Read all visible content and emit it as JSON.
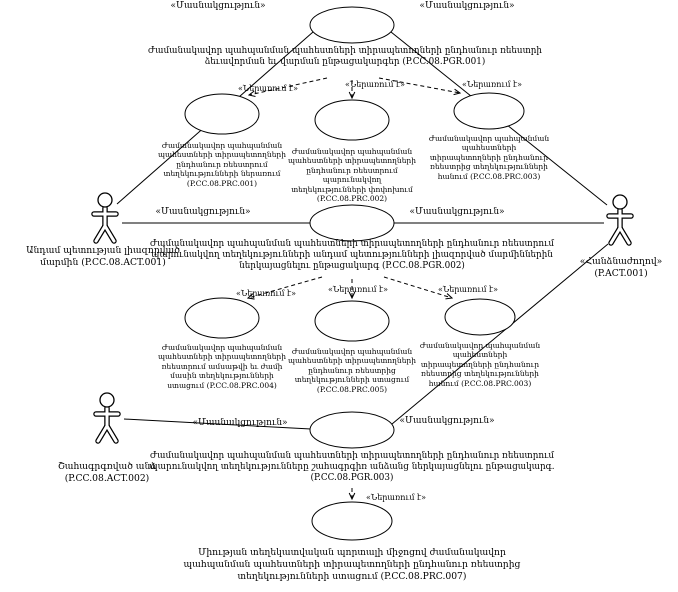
{
  "labels": {
    "participation": "«Մասնակցություն»",
    "includes": "«Ներառում է»"
  },
  "actors": {
    "member_state_authority": "Անդամ պետության լիազորված մարմին (P.CC.08.ACT.001)",
    "interested_person": "Շահագրգռված անձ (P.CC.08.ACT.002)",
    "commission": "«Հանձնաժողով» (P.ACT.001)"
  },
  "procedures": [
    "Ժամանակավոր պահպանման պահեստների տիրապետողների ընդհանուր ռեեստրի ձեւավորման եւ վարման ընթացակարգեր (P.CC.08.PGR.001)",
    "Ժամանակավոր պահպանման պահեստների տիրապետողների ընդհանուր ռեեստրում պարունակվող տեղեկությունների անդամ պետությունների լիազորված մարմիններին ներկայացնելու ընթացակարգ (P.CC.08.PGR.002)",
    "Ժամանակավոր պահպանման պահեստների տիրապետողների ընդհանուր ռեեստրում պարունակվող տեղեկությունները շահագրգիռ անձանց ներկայացնելու ընթացակարգ. (P.CC.08.PGR.003)"
  ],
  "use_cases": [
    "Ժամանակավոր պահպանման պահեստների տիրապետողների ընդհանուր ռեեստրում տեղեկությունների ներառում (P.CC.08.PRC.001)",
    "Ժամանակավոր պահպանման պահեստների տիրապետողների ընդհանուր ռեեստրում պարունակվող տեղեկությունների փոփոխում (P.CC.08.PRC.002)",
    "Ժամանակավոր պահպանման պահեստների տիրապետողների ընդհանուր ռեեստրից տեղեկությունների հանում (P.CC.08.PRC.003)",
    "Ժամանակավոր պահպանման պահեստների տիրապետողների ռեեստրում ամսաթվի եւ ժամի մասին տեղեկությունների ստացում (P.CC.08.PRC.004)",
    "Ժամանակավոր պահպանման պահեստների տիրապետողների ընդհանուր ռեեստրից տեղեկությունների ստացում (P.CC.08.PRC.005)",
    "Ժամանակավոր պահպանման պահեստների տիրապետողների ընդհանուր ռեեստրից տեղեկությունների հանում (P.CC.08.PRC.003)",
    "Միության տեղեկատվական պորտալի միջոցով ժամանակավոր պահպանման պահեստների տիրապետողների ընդհանուր ռեեստրից տեղեկությունների ստացում (P.CC.08.PRC.007)"
  ]
}
